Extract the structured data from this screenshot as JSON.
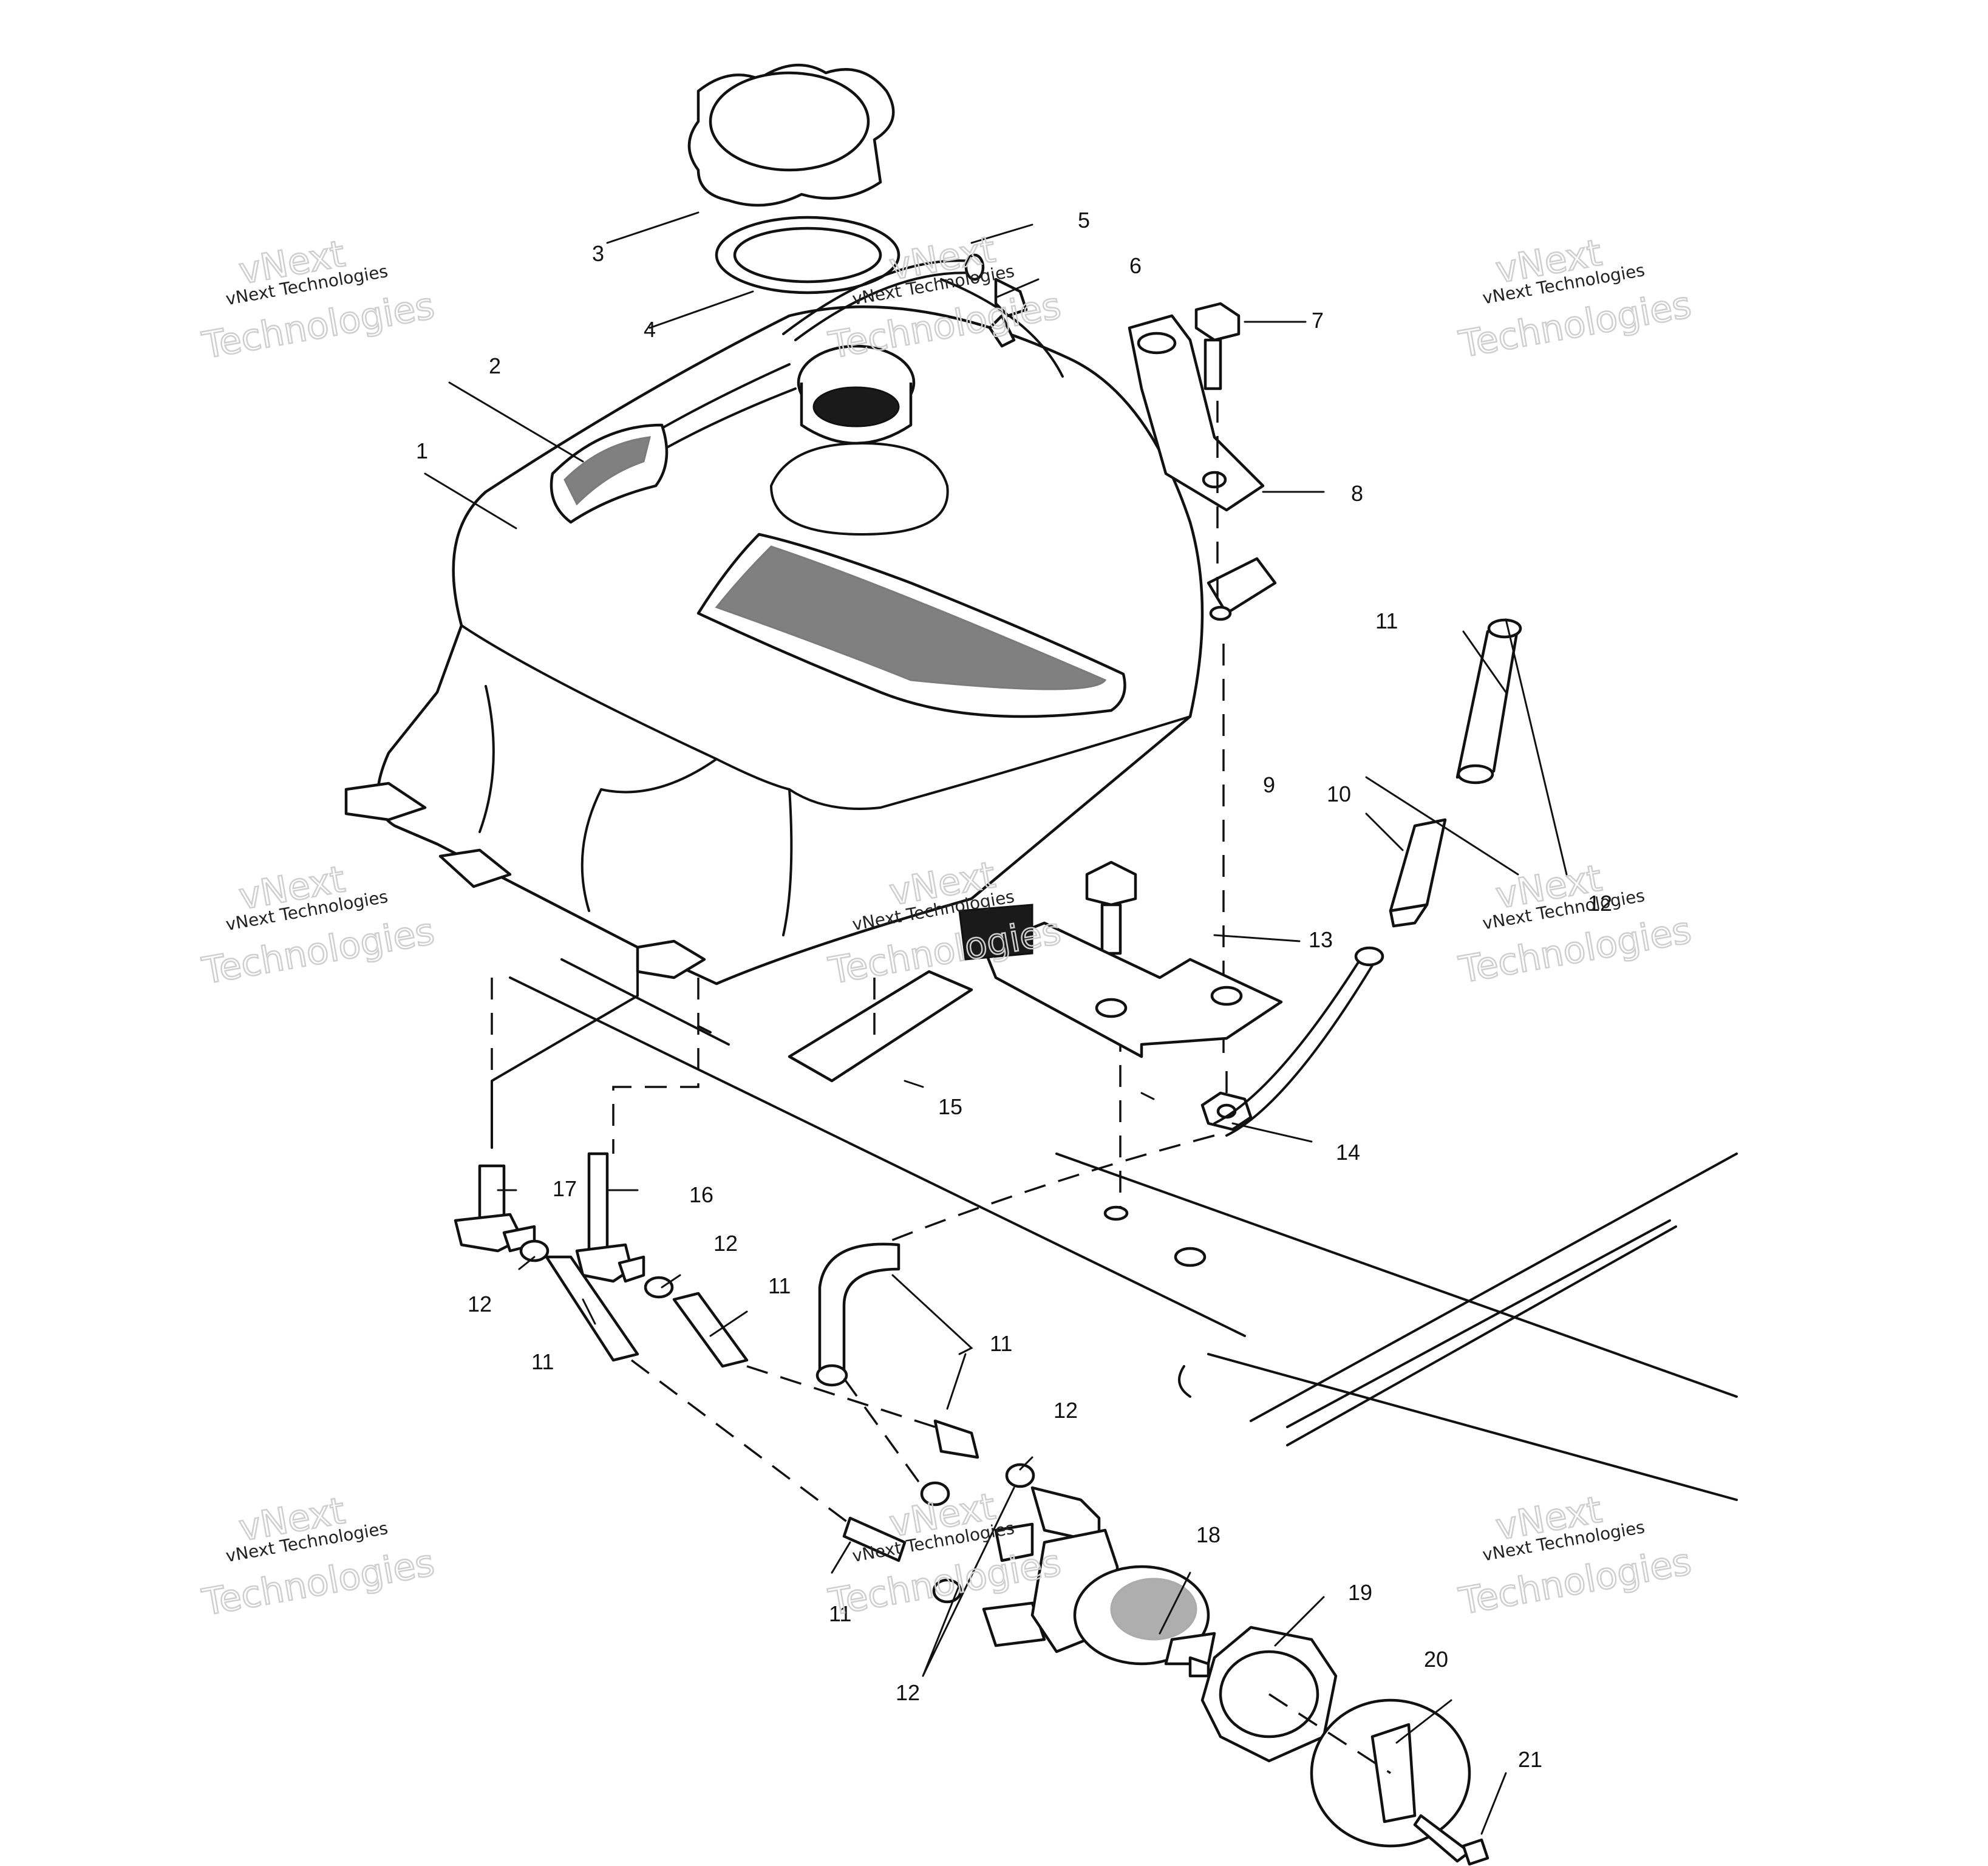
{
  "callouts": [
    {
      "id": "c1",
      "label": "1"
    },
    {
      "id": "c2",
      "label": "2"
    },
    {
      "id": "c3",
      "label": "3"
    },
    {
      "id": "c4",
      "label": "4"
    },
    {
      "id": "c5",
      "label": "5"
    },
    {
      "id": "c6",
      "label": "6"
    },
    {
      "id": "c7",
      "label": "7"
    },
    {
      "id": "c8",
      "label": "8"
    },
    {
      "id": "c9",
      "label": "9"
    },
    {
      "id": "c10",
      "label": "10"
    },
    {
      "id": "c11a",
      "label": "11"
    },
    {
      "id": "c12a",
      "label": "12"
    },
    {
      "id": "c13",
      "label": "13"
    },
    {
      "id": "c14",
      "label": "14"
    },
    {
      "id": "c15",
      "label": "15"
    },
    {
      "id": "c16",
      "label": "16"
    },
    {
      "id": "c17",
      "label": "17"
    },
    {
      "id": "c12b",
      "label": "12"
    },
    {
      "id": "c12c",
      "label": "12"
    },
    {
      "id": "c11b",
      "label": "11"
    },
    {
      "id": "c11c",
      "label": "11"
    },
    {
      "id": "c11d",
      "label": "11"
    },
    {
      "id": "c12d",
      "label": "12"
    },
    {
      "id": "c18",
      "label": "18"
    },
    {
      "id": "c11e",
      "label": "11"
    },
    {
      "id": "c12e",
      "label": "12"
    },
    {
      "id": "c19",
      "label": "19"
    },
    {
      "id": "c20",
      "label": "20"
    },
    {
      "id": "c21",
      "label": "21"
    }
  ],
  "watermark": {
    "line1": "vNext",
    "line2": "vNext Technologies",
    "line3": "Technologies"
  }
}
